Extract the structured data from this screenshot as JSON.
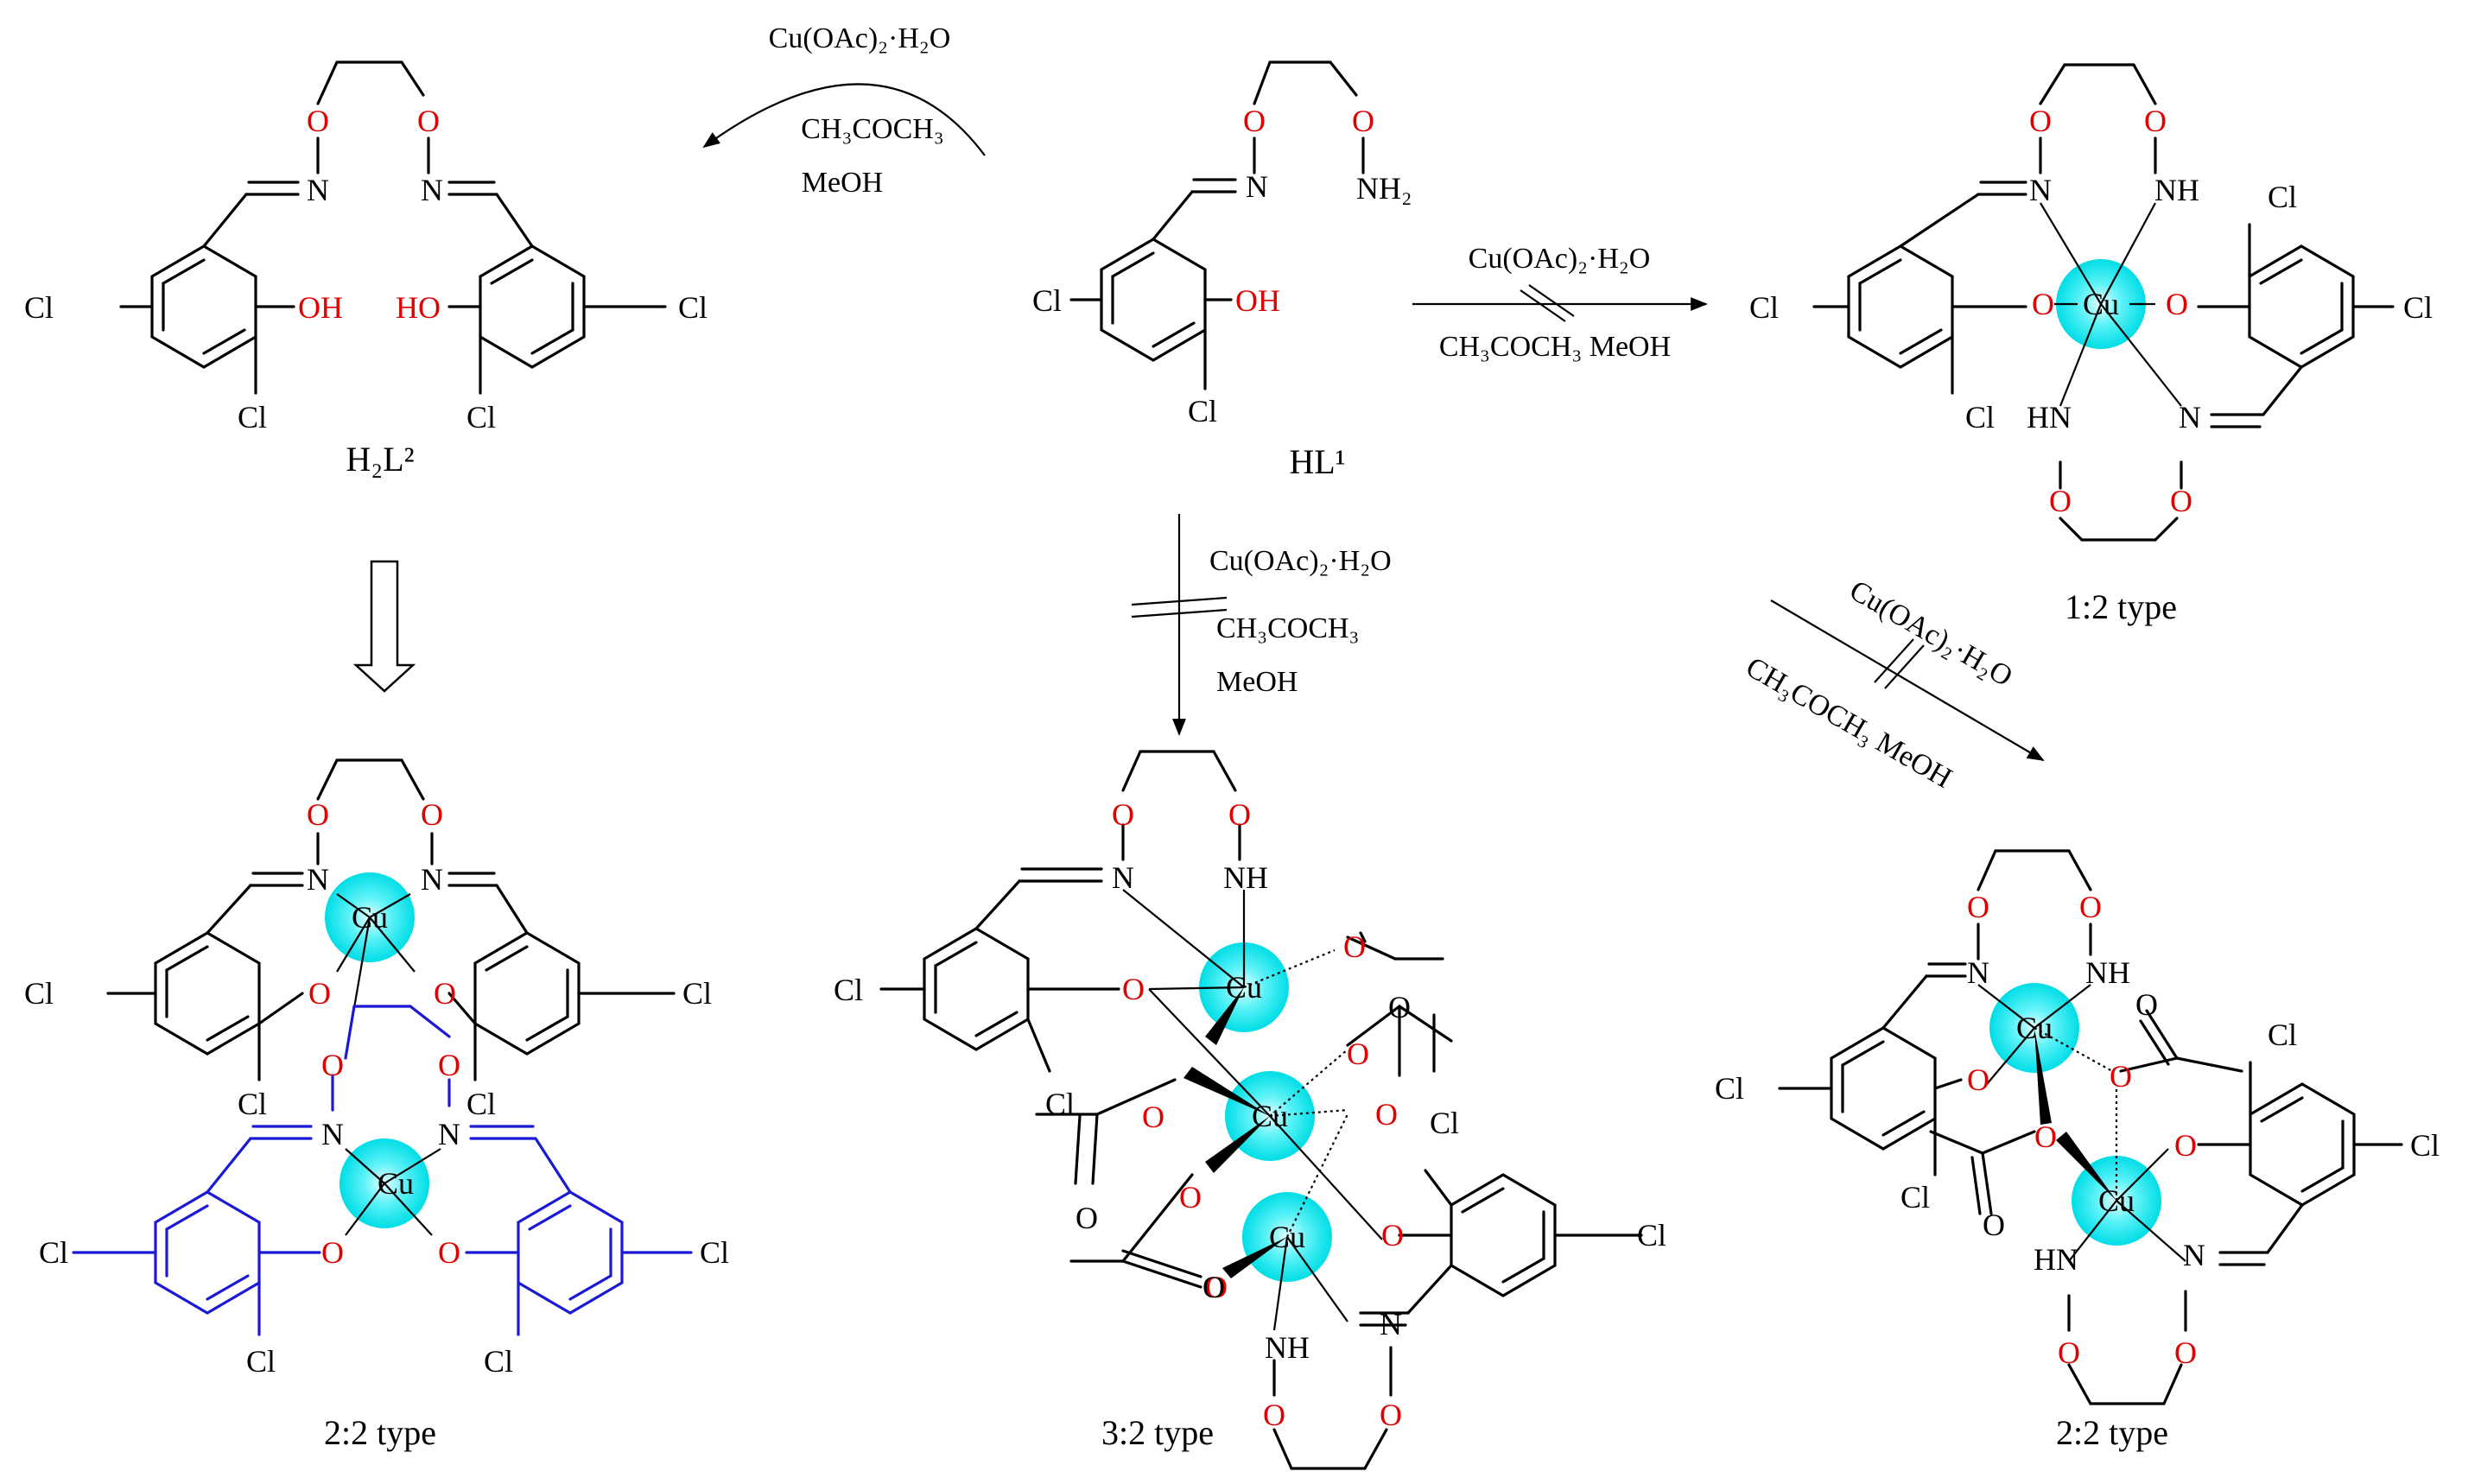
{
  "reagents": {
    "cu_salt": "Cu(OAc)₂·H₂O",
    "acetone": "CH₃COCH₃",
    "methanol": "MeOH",
    "acetone_methanol": "CH₃COCH₃ MeOH"
  },
  "compounds": {
    "ligand_h2l2": "H₂L²",
    "ligand_hl1": "HL¹"
  },
  "types": {
    "type_12": "1:2 type",
    "type_22_left": "2:2 type",
    "type_32": "3:2 type",
    "type_22_right": "2:2 type"
  },
  "atoms": {
    "cl": "Cl",
    "oh": "OH",
    "ho": "HO",
    "o": "O",
    "n": "N",
    "nh": "NH",
    "hn": "HN",
    "nh2": "NH₂",
    "cu": "Cu"
  },
  "colors": {
    "copper_sphere": "#00e5ee",
    "oxygen": "#e00000",
    "second_ligand": "#1a1ad6"
  }
}
